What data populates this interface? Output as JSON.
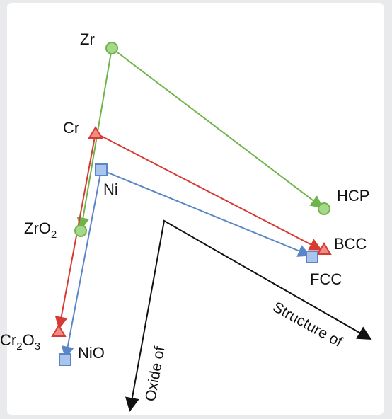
{
  "colors": {
    "green": "#6fb44a",
    "green_fill": "#a6d88b",
    "red": "#d63a32",
    "red_fill": "#f08c85",
    "blue": "#5a86c8",
    "blue_fill": "#a9c5ee",
    "axis": "#111111"
  },
  "labels": {
    "zr": "Zr",
    "cr": "Cr",
    "ni": "Ni",
    "zro2_base": "ZrO",
    "zro2_sub": "2",
    "cr2o3_a": "Cr",
    "cr2o3_sub1": "2",
    "cr2o3_b": "O",
    "cr2o3_sub2": "3",
    "nio": "NiO",
    "hcp": "HCP",
    "bcc": "BCC",
    "fcc": "FCC"
  },
  "axes": {
    "oxide": "Oxide of",
    "structure": "Structure of"
  },
  "icons": {
    "zr_marker": "circle",
    "cr_marker": "triangle",
    "ni_marker": "square"
  }
}
